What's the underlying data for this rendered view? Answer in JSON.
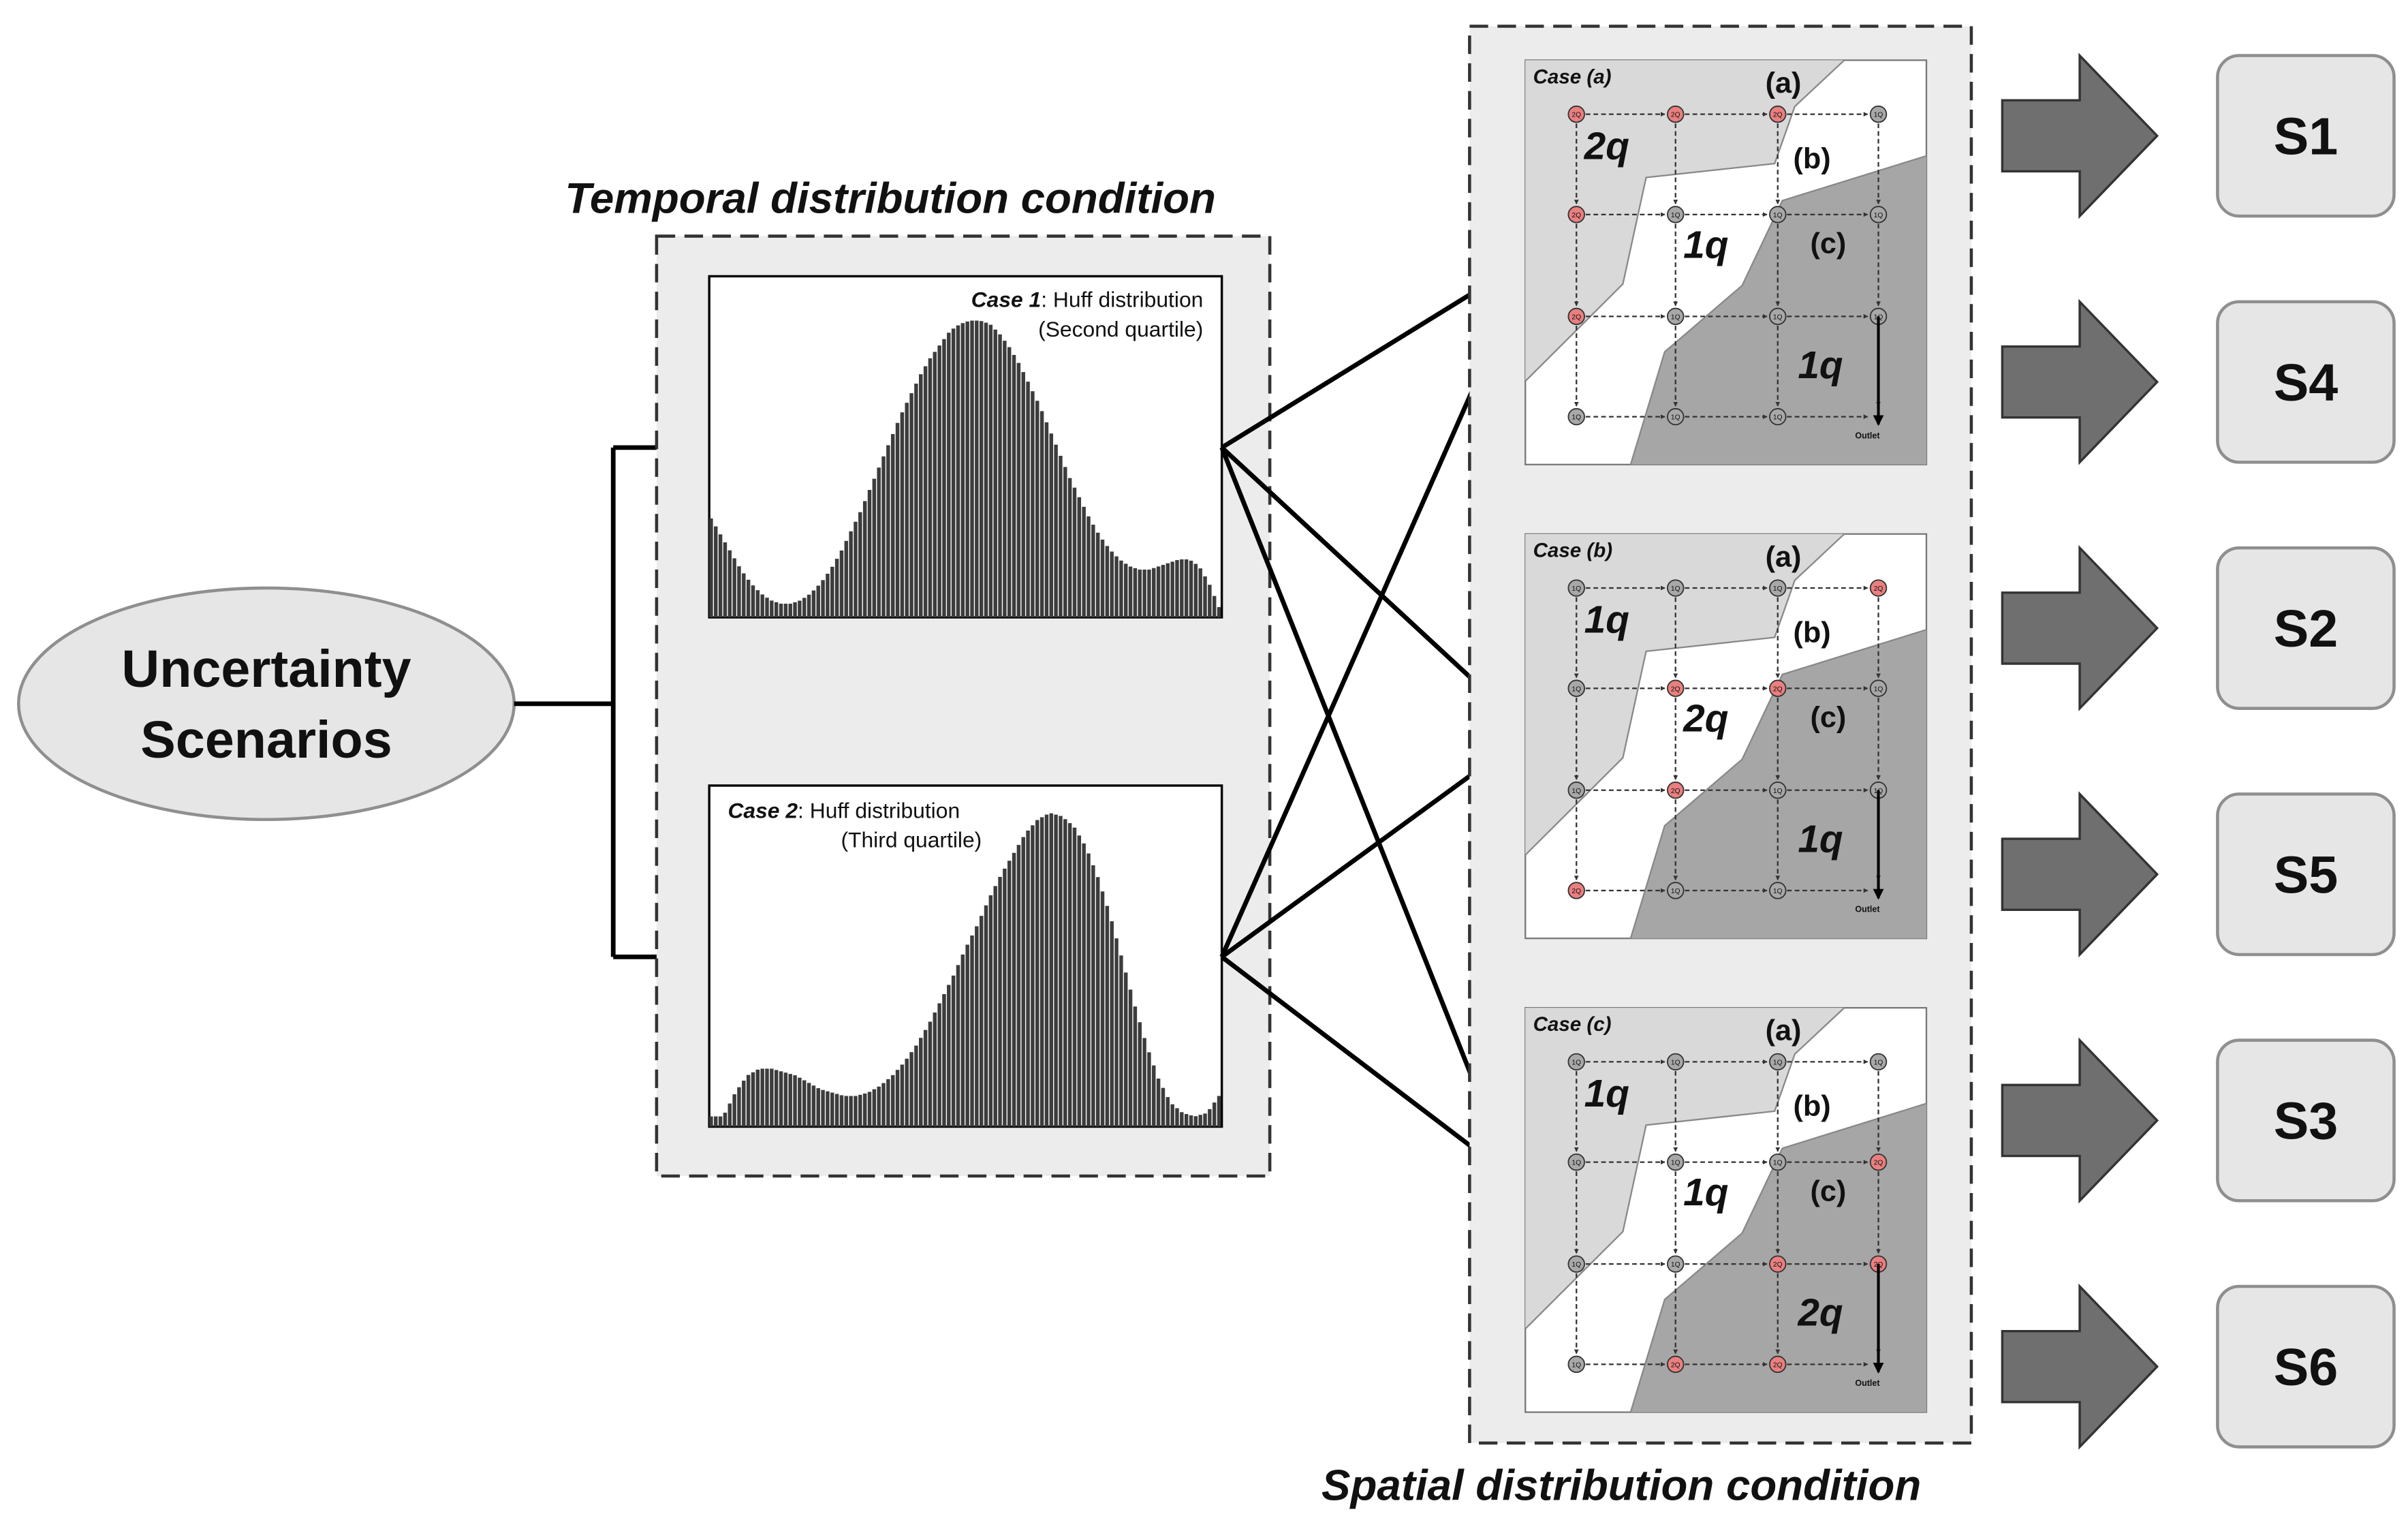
{
  "colors": {
    "panel_bg": "#ececec",
    "region_a": "#d9d9d9",
    "region_b": "#ffffff",
    "region_c": "#a6a6a6",
    "bars": "#3c3c3c",
    "big_arrow": "#6f6f6f",
    "node_normal": "#a8a8a8",
    "node_double": "#ea7f7f"
  },
  "start_node": {
    "line1": "Uncertainty",
    "line2": "Scenarios"
  },
  "temporal": {
    "title": "Temporal distribution condition",
    "cases": [
      {
        "case_label": "Case 1",
        "sep": ": ",
        "dist": "Huff distribution",
        "quartile": "(Second quartile)"
      },
      {
        "case_label": "Case 2",
        "sep": ": ",
        "dist": "Huff distribution",
        "quartile": "(Third quartile)"
      }
    ],
    "hyetographs": [
      [
        0.29,
        0.24,
        0.19,
        0.14,
        0.1,
        0.07,
        0.05,
        0.04,
        0.04,
        0.05,
        0.07,
        0.1,
        0.14,
        0.19,
        0.25,
        0.31,
        0.38,
        0.45,
        0.52,
        0.59,
        0.65,
        0.71,
        0.76,
        0.8,
        0.84,
        0.86,
        0.87,
        0.87,
        0.86,
        0.83,
        0.79,
        0.74,
        0.68,
        0.62,
        0.55,
        0.48,
        0.41,
        0.35,
        0.29,
        0.24,
        0.2,
        0.17,
        0.15,
        0.14,
        0.14,
        0.15,
        0.16,
        0.17,
        0.17,
        0.15,
        0.1,
        0.03
      ],
      [
        0.03,
        0.03,
        0.1,
        0.15,
        0.17,
        0.17,
        0.16,
        0.15,
        0.13,
        0.11,
        0.1,
        0.09,
        0.09,
        0.1,
        0.12,
        0.15,
        0.19,
        0.24,
        0.3,
        0.37,
        0.44,
        0.52,
        0.59,
        0.67,
        0.74,
        0.8,
        0.86,
        0.9,
        0.92,
        0.91,
        0.88,
        0.82,
        0.73,
        0.62,
        0.49,
        0.36,
        0.24,
        0.14,
        0.07,
        0.04,
        0.03,
        0.04,
        0.09
      ]
    ]
  },
  "spatial": {
    "title": "Spatial distribution condition",
    "region_labels": {
      "a": "(a)",
      "b": "(b)",
      "c": "(c)"
    },
    "outlet_label": "Outlet",
    "node_label_normal": "1Q",
    "node_label_double": "2Q",
    "cases": [
      {
        "case_label": "Case (a)",
        "q_a": "2q",
        "q_b": "1q",
        "q_c": "1q",
        "double_nodes": [
          [
            0,
            0
          ],
          [
            1,
            0
          ],
          [
            2,
            0
          ],
          [
            0,
            1
          ],
          [
            0,
            2
          ]
        ]
      },
      {
        "case_label": "Case (b)",
        "q_a": "1q",
        "q_b": "2q",
        "q_c": "1q",
        "double_nodes": [
          [
            3,
            0
          ],
          [
            1,
            1
          ],
          [
            2,
            1
          ],
          [
            1,
            2
          ],
          [
            0,
            3
          ]
        ]
      },
      {
        "case_label": "Case (c)",
        "q_a": "1q",
        "q_b": "1q",
        "q_c": "2q",
        "double_nodes": [
          [
            3,
            1
          ],
          [
            2,
            2
          ],
          [
            3,
            2
          ],
          [
            1,
            3
          ],
          [
            2,
            3
          ]
        ]
      }
    ]
  },
  "scenarios": [
    "S1",
    "S4",
    "S2",
    "S5",
    "S3",
    "S6"
  ]
}
